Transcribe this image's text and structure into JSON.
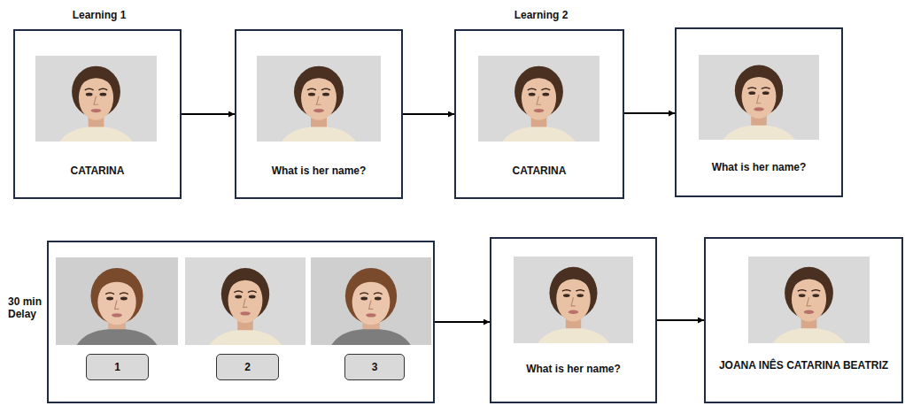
{
  "diagram": {
    "nodes": [
      {
        "text": [
          "Learning 1",
          "CATARINA"
        ]
      },
      {
        "text": [
          "What is her name?"
        ]
      },
      {
        "text": [
          "Learning 2",
          "CATARINA"
        ]
      },
      {
        "text": [
          "What is her name?"
        ]
      },
      {
        "text": [
          "30 min Delay"
        ]
      },
      {
        "text": [
          "1"
        ],
        "in": 4
      },
      {
        "text": [
          "2"
        ],
        "in": 4
      },
      {
        "text": [
          "3"
        ],
        "in": 4
      },
      {
        "text": [
          "What is her name?"
        ]
      },
      {
        "text": [
          "JOANA INÊS CATARINA BEATRIZ"
        ]
      }
    ],
    "edges": [
      {
        "from": 0,
        "to": 1,
        "arrow": "to"
      },
      {
        "from": 1,
        "to": 2,
        "arrow": "to"
      },
      {
        "from": 2,
        "to": 3,
        "arrow": "to"
      },
      {
        "from": 4,
        "to": 8,
        "arrow": "to"
      },
      {
        "from": 8,
        "to": 9,
        "arrow": "to"
      }
    ]
  }
}
